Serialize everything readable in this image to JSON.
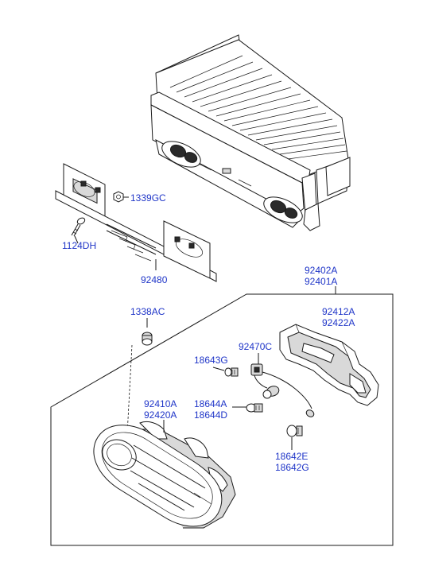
{
  "parts": {
    "p1339GC": "1339GC",
    "p1124DH": "1124DH",
    "p92480": "92480",
    "p92402A": "92402A",
    "p92401A": "92401A",
    "p1338AC": "1338AC",
    "p92412A": "92412A",
    "p92422A": "92422A",
    "p92470C": "92470C",
    "p18643G": "18643G",
    "p92410A": "92410A",
    "p92420A": "92420A",
    "p18644A": "18644A",
    "p18644D": "18644D",
    "p18642E": "18642E",
    "p18642G": "18642G"
  }
}
